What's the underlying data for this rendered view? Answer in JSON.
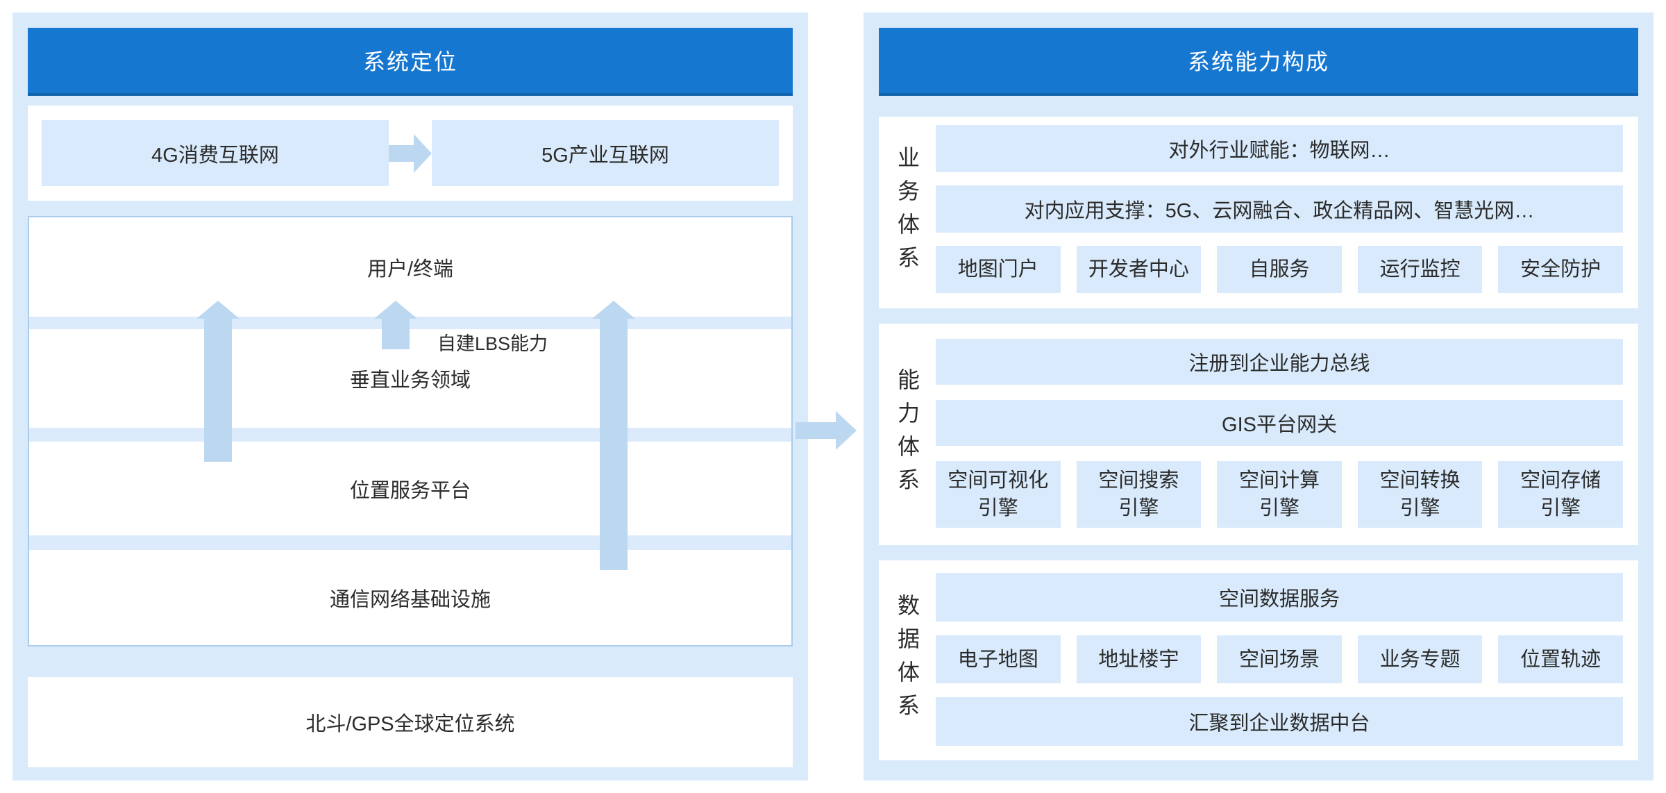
{
  "colors": {
    "accent_blue": "#1677d1",
    "panel_bg": "#d9eafb",
    "box_fill": "#d8eafb",
    "arrow_fill": "#bcd8f1",
    "text": "#2b2b2b"
  },
  "left": {
    "title": "系统定位",
    "evo_from": "4G消费互联网",
    "evo_to": "5G产业互联网",
    "layers": [
      "用户/终端",
      "垂直业务领域",
      "位置服务平台",
      "通信网络基础设施"
    ],
    "lbs_label": "自建LBS能力",
    "foundation": "北斗/GPS全球定位系统"
  },
  "right": {
    "title": "系统能力构成",
    "business": {
      "label": "业务体系",
      "row1": "对外行业赋能：物联网…",
      "row2": "对内应用支撑：5G、云网融合、政企精品网、智慧光网…",
      "boxes": [
        "地图门户",
        "开发者中心",
        "自服务",
        "运行监控",
        "安全防护"
      ]
    },
    "capability": {
      "label": "能力体系",
      "row1": "注册到企业能力总线",
      "row2": "GIS平台网关",
      "boxes": [
        [
          "空间可视化",
          "引擎"
        ],
        [
          "空间搜索",
          "引擎"
        ],
        [
          "空间计算",
          "引擎"
        ],
        [
          "空间转换",
          "引擎"
        ],
        [
          "空间存储",
          "引擎"
        ]
      ]
    },
    "data": {
      "label": "数据体系",
      "row1": "空间数据服务",
      "boxes": [
        "电子地图",
        "地址楼宇",
        "空间场景",
        "业务专题",
        "位置轨迹"
      ],
      "row2": "汇聚到企业数据中台"
    }
  }
}
